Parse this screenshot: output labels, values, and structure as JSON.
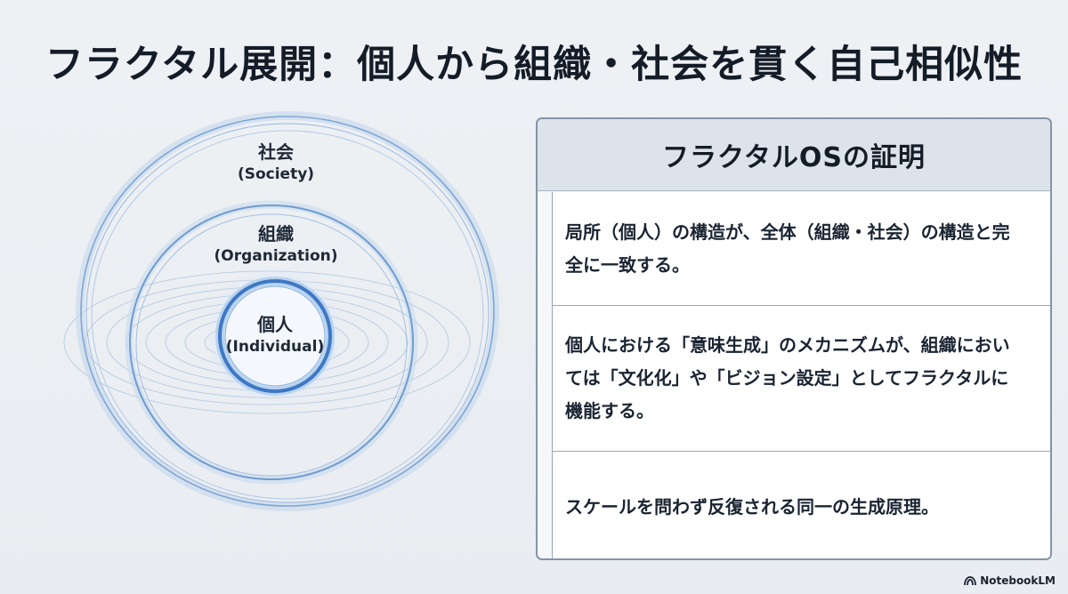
{
  "title": "フラクタル展開：個人から組織・社会を貫く自己相似性",
  "diagram": {
    "society": {
      "jp": "社会",
      "en": "(Society)"
    },
    "organization": {
      "jp": "組織",
      "en": "(Organization)"
    },
    "individual": {
      "jp": "個人",
      "en": "(Individual)"
    },
    "colors": {
      "ring": "#7fa6d4",
      "ring_inner": "#3e78c4",
      "glow": "#b9d3f0"
    }
  },
  "panel": {
    "heading": "フラクタルOSの証明",
    "points": [
      "局所（個人）の構造が、全体（組織・社会）の構造と完全に一致する。",
      "個人における「意味生成」のメカニズムが、組織においては「文化化」や「ビジョン設定」としてフラクタルに機能する。",
      "スケールを問わず反復される同一の生成原理。"
    ]
  },
  "brand": {
    "name": "NotebookLM",
    "icon": "notebooklm-logo-icon"
  }
}
